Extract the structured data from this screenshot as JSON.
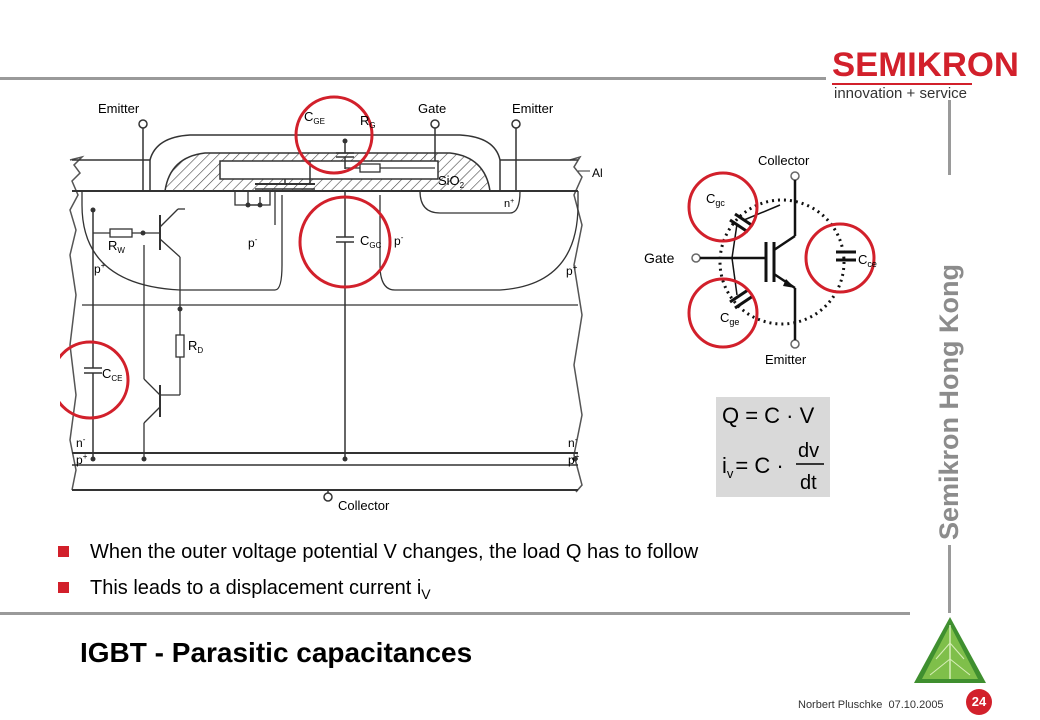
{
  "logo": {
    "name": "SEMIKRON",
    "tagline": "innovation + service"
  },
  "side_text": "Semikron Hong Kong",
  "bullets": [
    {
      "text": "When the outer voltage potential V changes, the load Q has to follow"
    },
    {
      "text": "This leads to a displacement current i",
      "subscript": "V"
    }
  ],
  "title": "IGBT - Parasitic capacitances",
  "footer": {
    "author": "Norbert Pluschke",
    "date": "07.10.2005",
    "page_number": "24"
  },
  "cross_section": {
    "labels": {
      "emitter_left": "Emitter",
      "gate": "Gate",
      "emitter_right": "Emitter",
      "collector": "Collector",
      "al": "Al",
      "sio2": "SiO",
      "sio2_sub": "2",
      "cge": "C",
      "cge_sub": "GE",
      "rg": "R",
      "rg_sub": "G",
      "cgc": "C",
      "cgc_sub": "GC",
      "rw": "R",
      "rw_sub": "W",
      "rd": "R",
      "rd_sub": "D",
      "cce": "C",
      "cce_sub": "CE",
      "p_minus_left": "p",
      "p_minus_right": "p",
      "p_plus_left": "p",
      "p_plus_right": "p",
      "n_plus_right": "n",
      "n_minus_left": "n",
      "n_minus_right": "n",
      "p_plus_bottom_left": "p",
      "p_plus_bottom_right": "p"
    }
  },
  "symbol": {
    "collector": "Collector",
    "emitter": "Emitter",
    "gate": "Gate",
    "cgc": "C",
    "cgc_sub": "gc",
    "cce": "C",
    "cce_sub": "ce",
    "cge": "C",
    "cge_sub": "ge"
  },
  "formula": {
    "line1": "Q = C · V",
    "line2_lhs": "i",
    "line2_lhs_sub": "v",
    "line2_mid": "= C ·",
    "numerator": "dv",
    "denominator": "dt"
  },
  "colors": {
    "accent": "#d2202b",
    "rule": "#9a9a9a",
    "formula_bg": "#d9d9d9",
    "hatch": "#444444"
  }
}
